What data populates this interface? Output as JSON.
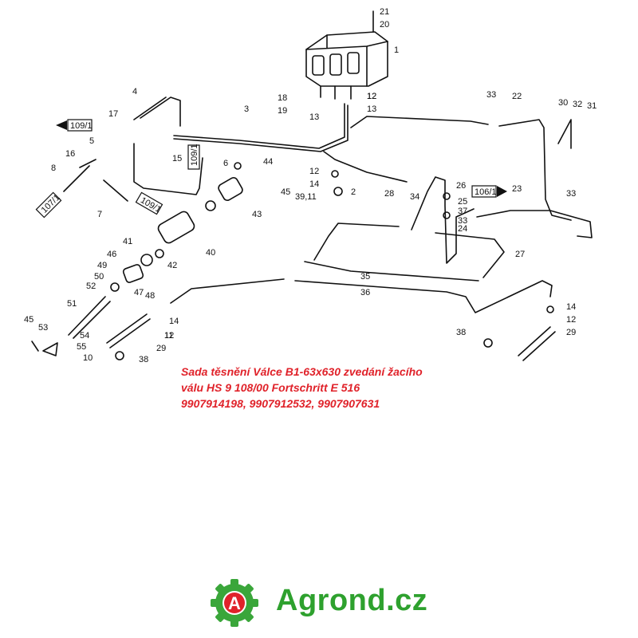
{
  "callouts": [
    "1",
    "2",
    "3",
    "4",
    "5",
    "6",
    "7",
    "8",
    "10",
    "11",
    "12",
    "13",
    "14",
    "15",
    "16",
    "17",
    "18",
    "19",
    "20",
    "21",
    "22",
    "23",
    "24",
    "25",
    "26",
    "27",
    "28",
    "29",
    "30",
    "31",
    "32",
    "33",
    "34",
    "35",
    "36",
    "37",
    "38",
    "39,11",
    "40",
    "41",
    "42",
    "43",
    "44",
    "45",
    "46",
    "47",
    "48",
    "49",
    "50",
    "51",
    "52",
    "53",
    "54",
    "55"
  ],
  "page_refs": {
    "left_top": "109/1",
    "left_middle": "109/1",
    "left_bottom": "107/1",
    "vertical": "109/1",
    "right": "106/1"
  },
  "caption": {
    "line1": "Sada těsnění Válce B1-63x630 zvedání žacího",
    "line2": "válu HS 9 108/00 Fortschritt E 516",
    "line3": "9907914198, 9907912532, 9907907631"
  },
  "logo": {
    "brand": "Agrond.cz",
    "letter": "A",
    "brand_color": "#2ea12e",
    "gear_color": "#3aa63a",
    "letter_bg": "#e0222a"
  },
  "colors": {
    "caption": "#e0222a",
    "line_art": "#111111"
  }
}
